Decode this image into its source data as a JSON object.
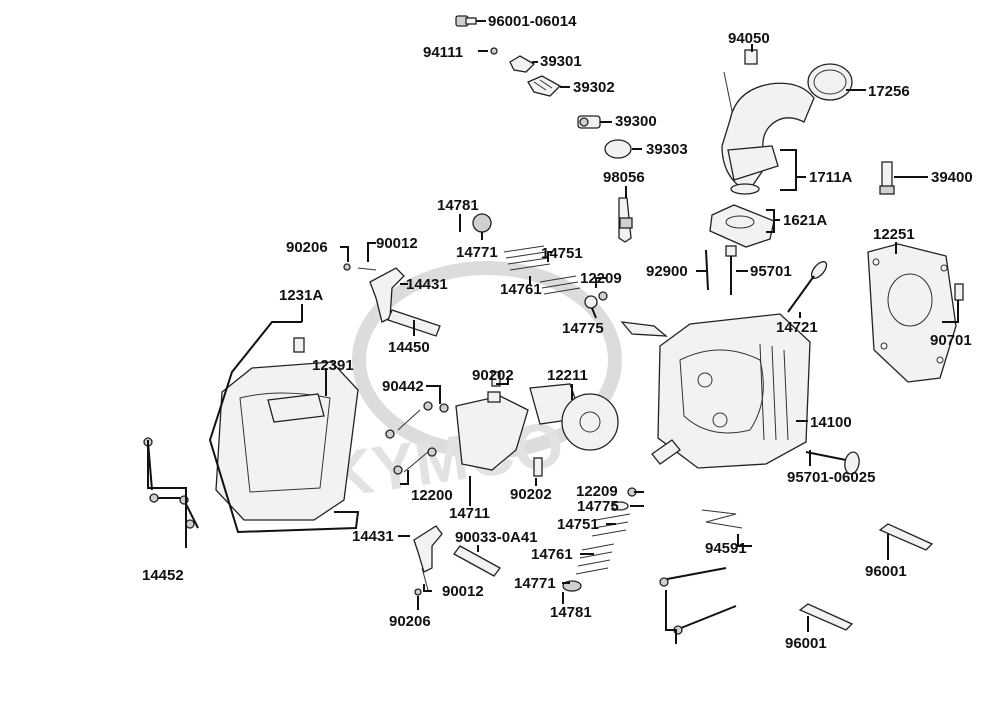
{
  "brand_watermark": "KYMCO",
  "part_numbers": [
    "96001-06014",
    "94111",
    "39301",
    "39302",
    "39300",
    "39303",
    "98056",
    "94050",
    "17256",
    "1711A",
    "39400",
    "1621A",
    "12251",
    "90701",
    "14781",
    "14771",
    "14751",
    "14761",
    "12209",
    "14775",
    "92900",
    "95701",
    "14721",
    "90206",
    "90012",
    "14431",
    "14450",
    "1231A",
    "12391",
    "90442",
    "90202",
    "12211",
    "14100",
    "12200",
    "14711",
    "95701-06025",
    "14452",
    "90033-0A41",
    "94591",
    "96001"
  ]
}
